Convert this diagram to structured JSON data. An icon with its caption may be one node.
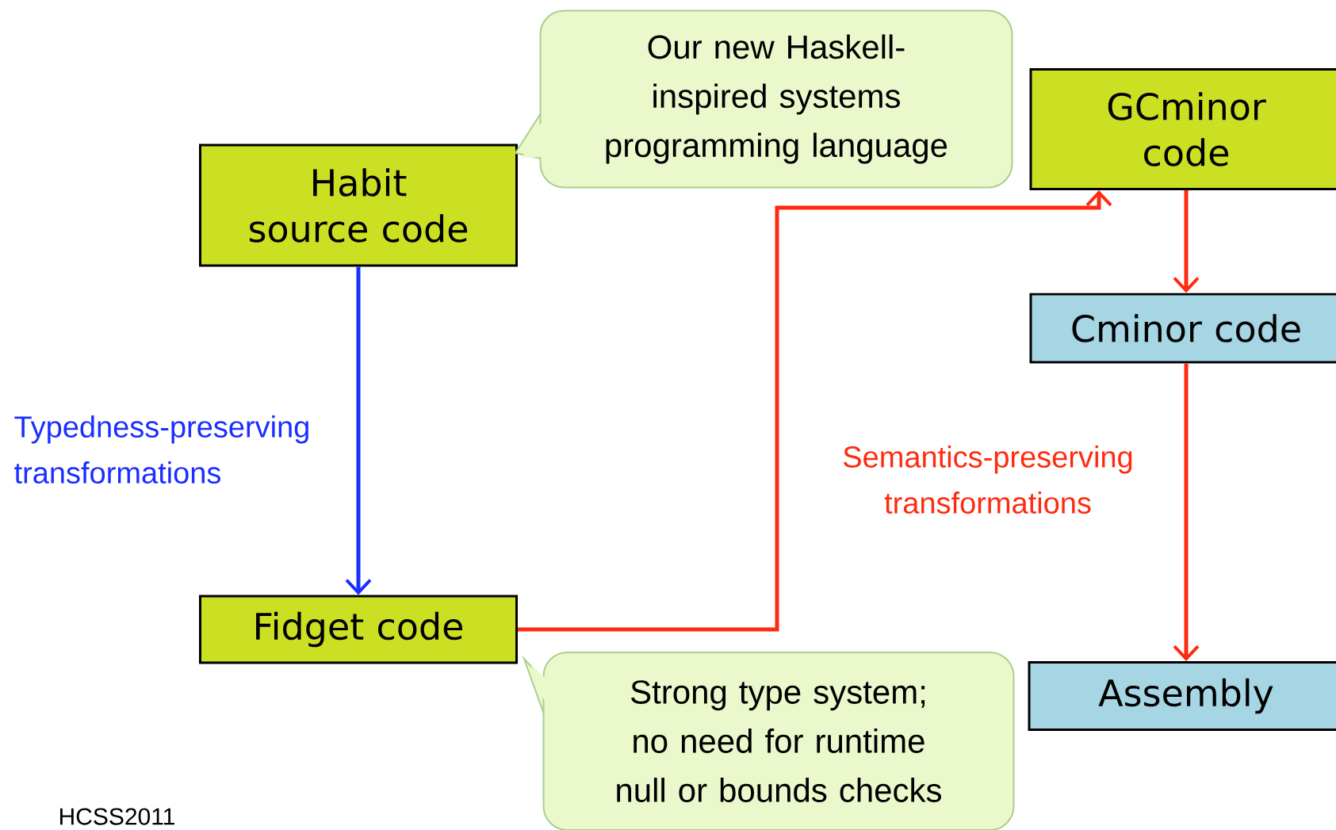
{
  "diagram": {
    "nodes": [
      {
        "text": [
          "Habit source code"
        ]
      },
      {
        "text": [
          "Our new Haskell-inspired systems programming language"
        ]
      },
      {
        "text": [
          "GCminor code"
        ]
      },
      {
        "text": [
          "Cminor code"
        ]
      },
      {
        "text": [
          "Fidget code"
        ]
      },
      {
        "text": [
          "Strong type system; no need for runtime null or bounds checks"
        ]
      },
      {
        "text": [
          "Assembly"
        ]
      }
    ],
    "edges": [
      {
        "from": 0,
        "to": 4,
        "arrow": "to",
        "label": "Typedness-preserving transformations",
        "color": "#1a2eff"
      },
      {
        "from": 4,
        "to": 2,
        "arrow": "to"
      },
      {
        "from": 2,
        "to": 3,
        "arrow": "to"
      },
      {
        "from": 3,
        "to": 6,
        "arrow": "to",
        "label": "Semantics-preserving transformations"
      }
    ],
    "labels": [
      "HCSS2011"
    ]
  }
}
